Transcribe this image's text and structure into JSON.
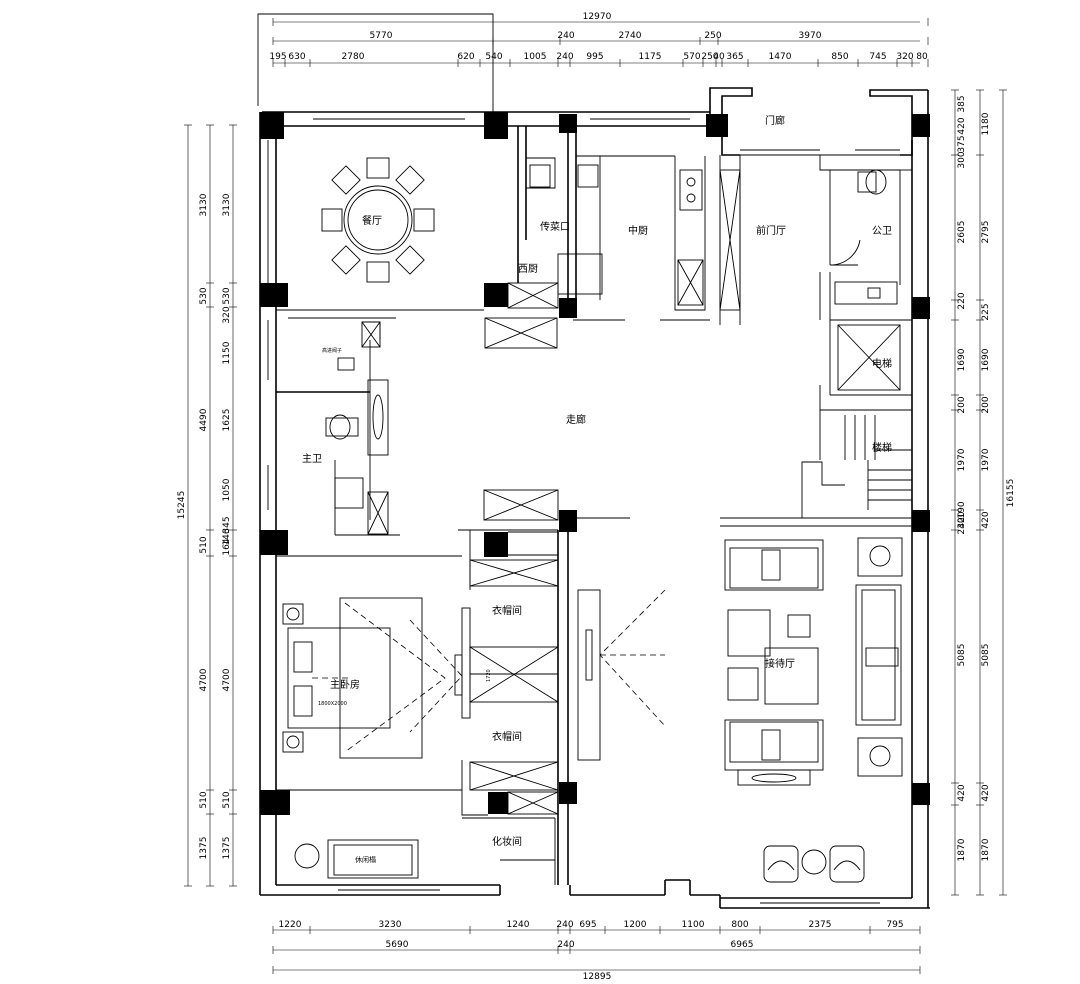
{
  "rooms": {
    "dining": "餐厅",
    "serving": "传菜口",
    "west_kitchen": "西厨",
    "chinese_kitchen": "中厨",
    "porch": "门廊",
    "foyer": "前门厅",
    "public_wc": "公卫",
    "elevator": "电梯",
    "stairs": "楼梯",
    "corridor": "走廊",
    "master_bath": "主卫",
    "wardrobe_top": "衣帽间",
    "wardrobe_bottom": "衣帽间",
    "master_bedroom": "主卧房",
    "reception": "接待厅",
    "makeup": "化妆间"
  },
  "labels": {
    "bed_size": "1800X2000",
    "lounge": "休闲榻",
    "bath_fixture": "高进阀子",
    "wardrobe_dim": "1720"
  },
  "dims": {
    "top_total": "12970",
    "top_mid": [
      "5770",
      "240",
      "2740",
      "250",
      "3970"
    ],
    "top_detail": [
      "195",
      "630",
      "2780",
      "620",
      "540",
      "1005",
      "240",
      "995",
      "1175",
      "570",
      "250",
      "40",
      "365",
      "1470",
      "850",
      "745",
      "320",
      "80"
    ],
    "bottom_detail": [
      "1220",
      "3230",
      "1240",
      "240",
      "695",
      "1200",
      "1100",
      "800",
      "2375",
      "795"
    ],
    "bottom_mid": [
      "5690",
      "240",
      "6965"
    ],
    "bottom_total": "12895",
    "left_total": "15245",
    "left_outer": [
      "3130",
      "530",
      "4490",
      "510",
      "4700",
      "510",
      "1375"
    ],
    "left_inner": [
      "3130",
      "530",
      "320",
      "1150",
      "1625",
      "1050",
      "345",
      "146",
      "164",
      "4700",
      "510",
      "1375"
    ],
    "right_total": "16155",
    "right_outer": [
      "1180",
      "2795",
      "225",
      "1690",
      "200",
      "1970",
      "420",
      "5085",
      "420",
      "1870"
    ],
    "right_inner": [
      "385",
      "420",
      "375",
      "300",
      "2605",
      "220",
      "1690",
      "200",
      "1970",
      "190",
      "230",
      "420",
      "5085",
      "420",
      "1870"
    ]
  }
}
